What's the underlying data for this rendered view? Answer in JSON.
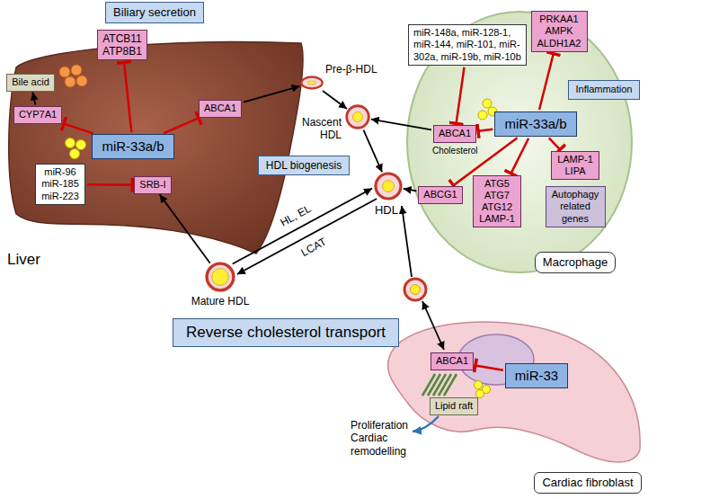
{
  "diagram": {
    "nodes": [
      {
        "text": [
          "Biliary secretion"
        ]
      },
      {
        "text": [
          "ATCB11",
          "ATP8B1"
        ]
      },
      {
        "text": [
          "PRKAA1 AMPK ALDH1A2"
        ]
      },
      {
        "text": [
          "miR-148a, miR-128-1, miR-144, miR-101, miR-302a, miR-19b, miR-10b"
        ]
      },
      {
        "text": [
          "Bile acid"
        ]
      },
      {
        "text": [
          "Pre-β-HDL"
        ]
      },
      {
        "text": [
          "ABCA1"
        ]
      },
      {
        "text": [
          "Inflammation"
        ]
      },
      {
        "text": [
          "CYP7A1"
        ]
      },
      {
        "text": [
          "Nascent HDL"
        ]
      },
      {
        "text": [
          "ABCA1"
        ]
      },
      {
        "text": [
          "miR-33a/b"
        ]
      },
      {
        "text": [
          "miR-33a/b"
        ]
      },
      {
        "text": [
          "HDL biogenesis"
        ]
      },
      {
        "text": [
          "LAMP-1 LIPA"
        ]
      },
      {
        "text": [
          "miR-96 miR-185 miR-223"
        ]
      },
      {
        "text": [
          "ATG5 ATG7 ATG12 LAMP-1"
        ]
      },
      {
        "text": [
          "Autophagy related genes"
        ]
      },
      {
        "text": [
          "HDL"
        ]
      },
      {
        "text": [
          "SRB-I"
        ]
      },
      {
        "text": [
          "ABCG1"
        ]
      },
      {
        "text": [
          "Macrophage"
        ]
      },
      {
        "text": [
          "Mature HDL"
        ]
      },
      {
        "text": [
          "Reverse cholesterol transport"
        ]
      },
      {
        "text": [
          "ABCA1"
        ]
      },
      {
        "text": [
          "miR-33"
        ]
      },
      {
        "text": [
          "Lipid raft"
        ]
      },
      {
        "text": [
          "Cardiac fibroblast"
        ]
      }
    ],
    "edges": [
      {
        "from": 11,
        "to": 1,
        "arrow": "to"
      },
      {
        "from": 11,
        "to": 8,
        "arrow": "to"
      },
      {
        "from": 11,
        "to": 6,
        "arrow": "to"
      },
      {
        "from": 8,
        "to": 4,
        "arrow": "to"
      },
      {
        "from": 15,
        "to": 19,
        "arrow": "to"
      },
      {
        "from": 6,
        "to": 5,
        "arrow": "to"
      },
      {
        "from": 5,
        "to": 9,
        "arrow": "to"
      },
      {
        "from": 10,
        "to": 9,
        "arrow": "to"
      },
      {
        "from": 9,
        "to": 18,
        "arrow": "to"
      },
      {
        "from": 20,
        "to": 18,
        "arrow": "to"
      },
      {
        "from": 22,
        "to": 18,
        "label": "HL, EL",
        "arrow": "to"
      },
      {
        "from": 18,
        "to": 22,
        "label": "LCAT",
        "arrow": "to"
      },
      {
        "from": 22,
        "to": 19,
        "arrow": "to"
      },
      {
        "from": 12,
        "to": 2,
        "arrow": "to"
      },
      {
        "from": 12,
        "to": 10,
        "arrow": "to"
      },
      {
        "from": 12,
        "to": 20,
        "arrow": "to"
      },
      {
        "from": 12,
        "to": 16,
        "arrow": "to"
      },
      {
        "from": 12,
        "to": 14,
        "arrow": "to"
      },
      {
        "from": 3,
        "to": 10,
        "arrow": "to"
      },
      {
        "from": 25,
        "to": 24,
        "arrow": "to"
      }
    ],
    "labels": [
      "Liver",
      "Cholesterol",
      "Proliferation Cardiac remodelling"
    ]
  }
}
